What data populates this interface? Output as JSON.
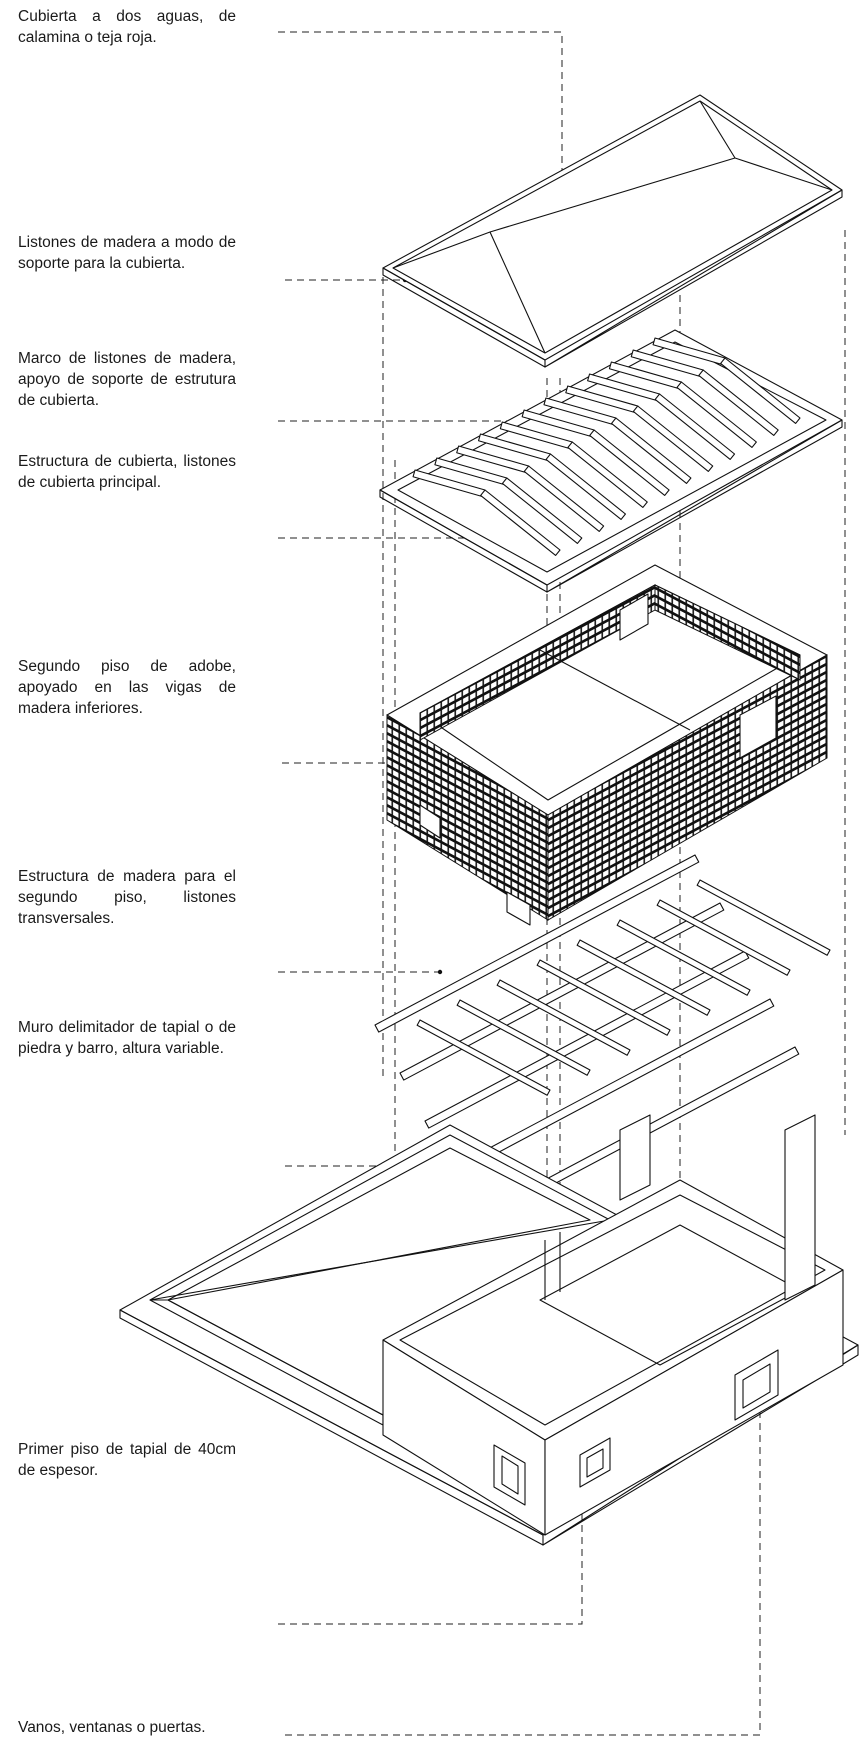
{
  "labels": [
    {
      "id": "roof",
      "text": "Cubierta a dos aguas, de calamina o teja roja."
    },
    {
      "id": "battens",
      "text": "Listones de madera a modo de soporte para la cubierta."
    },
    {
      "id": "frame",
      "text": "Marco de listones de madera, apoyo de soporte de estrutura de cubierta."
    },
    {
      "id": "roof-structure",
      "text": "Estructura de cubierta, listones de cubierta principal."
    },
    {
      "id": "second-floor",
      "text": "Segundo piso de adobe, apoyado en las vigas de madera inferiores."
    },
    {
      "id": "floor-structure",
      "text": "Estructura de madera para el segundo piso, listones transversales."
    },
    {
      "id": "boundary-wall",
      "text": "Muro delimitador de tapial o de piedra y barro, altura variable."
    },
    {
      "id": "first-floor",
      "text": "Primer piso de tapial de 40cm de espesor."
    },
    {
      "id": "openings",
      "text": "Vanos, ventanas o puertas."
    }
  ]
}
